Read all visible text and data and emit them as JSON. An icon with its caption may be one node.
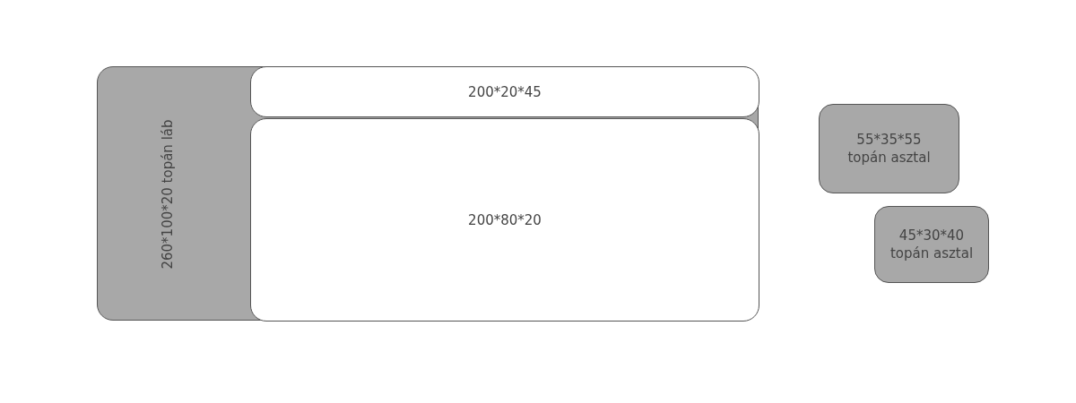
{
  "diagram": {
    "nodes": [
      {
        "text": [
          "260*100*20 topán láb"
        ]
      },
      {
        "text": [
          "200*20*45"
        ],
        "in": 0
      },
      {
        "text": [
          "200*80*20"
        ],
        "in": 0
      },
      {
        "text": [
          "55*35*55",
          "topán asztal"
        ]
      },
      {
        "text": [
          "45*30*40",
          "topán asztal"
        ]
      }
    ],
    "edges": []
  }
}
